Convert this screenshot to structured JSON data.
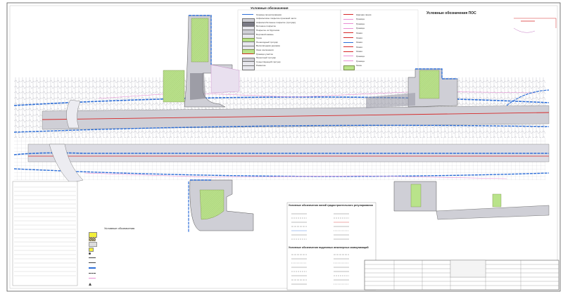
{
  "sheet": {
    "title": "",
    "colors": {
      "background": "#ffffff",
      "road_grey": "#cfcfd6",
      "green_zone": "#b9e38a",
      "dark_zone": "#7b7b86",
      "blue_line": "#2e6fd8",
      "red_line": "#d62828",
      "pink_line": "#e98fd4",
      "yellow_sw": "#f2ef3a"
    }
  },
  "legend_top_left": {
    "title": "Условные обозначения",
    "items": [
      {
        "label": "Граница проектирования",
        "swatch": "line-blue"
      },
      {
        "label": "Асфальтовое покрытие проезжей части",
        "swatch": "grey"
      },
      {
        "label": "Асфальтобетонное покрытие (тротуар)",
        "swatch": "grey-dark"
      },
      {
        "label": "Бетонное покрытие",
        "swatch": "grey-light"
      },
      {
        "label": "Покрытие из брусчатки",
        "swatch": "grey"
      },
      {
        "label": "Бортовой камень",
        "swatch": "grey-light"
      },
      {
        "label": "Газон",
        "swatch": "green"
      },
      {
        "label": "Пешеходный тротуар",
        "swatch": "grey-light"
      },
      {
        "label": "Велосипедная дорожка",
        "swatch": "grey-light"
      },
      {
        "label": "Зона озеленения",
        "swatch": "green"
      },
      {
        "label": "Граница участка",
        "swatch": "line-red"
      },
      {
        "label": "Проектный тротуар",
        "swatch": "grey"
      },
      {
        "label": "Существующий тротуар",
        "swatch": "grey-light"
      },
      {
        "label": "Разметка",
        "swatch": "grey-light"
      }
    ]
  },
  "legend_top_right": {
    "items": [
      {
        "label": "Красная линия",
        "swatch": "line-red"
      },
      {
        "label": "Граница",
        "swatch": "line-pink"
      },
      {
        "label": "Граница",
        "swatch": "line-pink"
      },
      {
        "label": "Граница",
        "swatch": "line-pink"
      },
      {
        "label": "Линия",
        "swatch": "line-red"
      },
      {
        "label": "Линия",
        "swatch": "line-red"
      },
      {
        "label": "Линия",
        "swatch": "line-blue"
      },
      {
        "label": "Линия",
        "swatch": "line-red"
      },
      {
        "label": "Линия",
        "swatch": "line-red"
      },
      {
        "label": "Граница",
        "swatch": "line-pink"
      },
      {
        "label": "Граница",
        "swatch": "line-pink"
      },
      {
        "label": "Газон",
        "swatch": "green"
      }
    ]
  },
  "legend_ptso": {
    "title": "Условные обозначения ПОС"
  },
  "legend_bottom_left": {
    "title": "Условные обозначения",
    "items": [
      {
        "label": "",
        "swatch": "yellow"
      },
      {
        "label": "",
        "swatch": "hatch"
      },
      {
        "label": "",
        "swatch": "dots"
      },
      {
        "label": "",
        "swatch": "yellow-small"
      },
      {
        "label": "",
        "swatch": "dot"
      },
      {
        "label": "",
        "swatch": "arrow"
      },
      {
        "label": "",
        "swatch": "line"
      },
      {
        "label": "",
        "swatch": "line-blue"
      },
      {
        "label": "",
        "swatch": "line-dash"
      },
      {
        "label": "",
        "swatch": "line-pink"
      },
      {
        "label": "",
        "swatch": "triangle"
      }
    ]
  },
  "legend_bottom_mid": {
    "title": "Условные обозначения линий градостроительного регулирования",
    "title2": "Условные обозначения подземных инженерных коммуникаций",
    "cols": 2
  },
  "title_block": {
    "rows": 8
  }
}
